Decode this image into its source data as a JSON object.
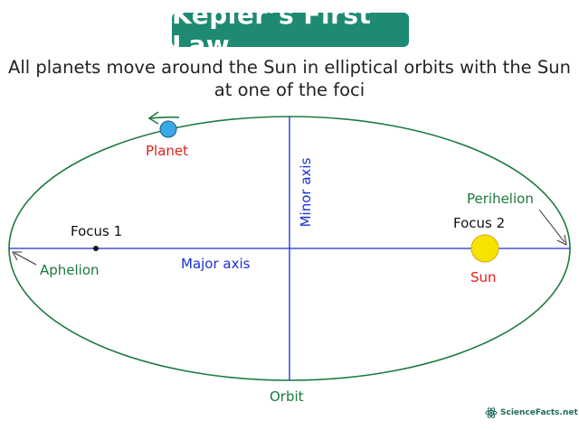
{
  "title": "Kepler’s First Law",
  "subtitle_line1": "All planets move around the Sun in elliptical orbits with the Sun",
  "subtitle_line2": "at one of the foci",
  "labels": {
    "planet": "Planet",
    "minor_axis": "Minor axis",
    "perihelion": "Perihelion",
    "focus1": "Focus 1",
    "focus2": "Focus 2",
    "major_axis": "Major axis",
    "aphelion": "Aphelion",
    "sun": "Sun",
    "orbit": "Orbit"
  },
  "logo": "ScienceFacts.net",
  "colors": {
    "title_bg": "#1e8a73",
    "orbit": "#1e7a40",
    "axes": "#1a2ed8",
    "planet": "#3aa8e6",
    "sun": "#f5e400",
    "label_green": "#1a7a3a",
    "label_red": "#e0201c"
  }
}
